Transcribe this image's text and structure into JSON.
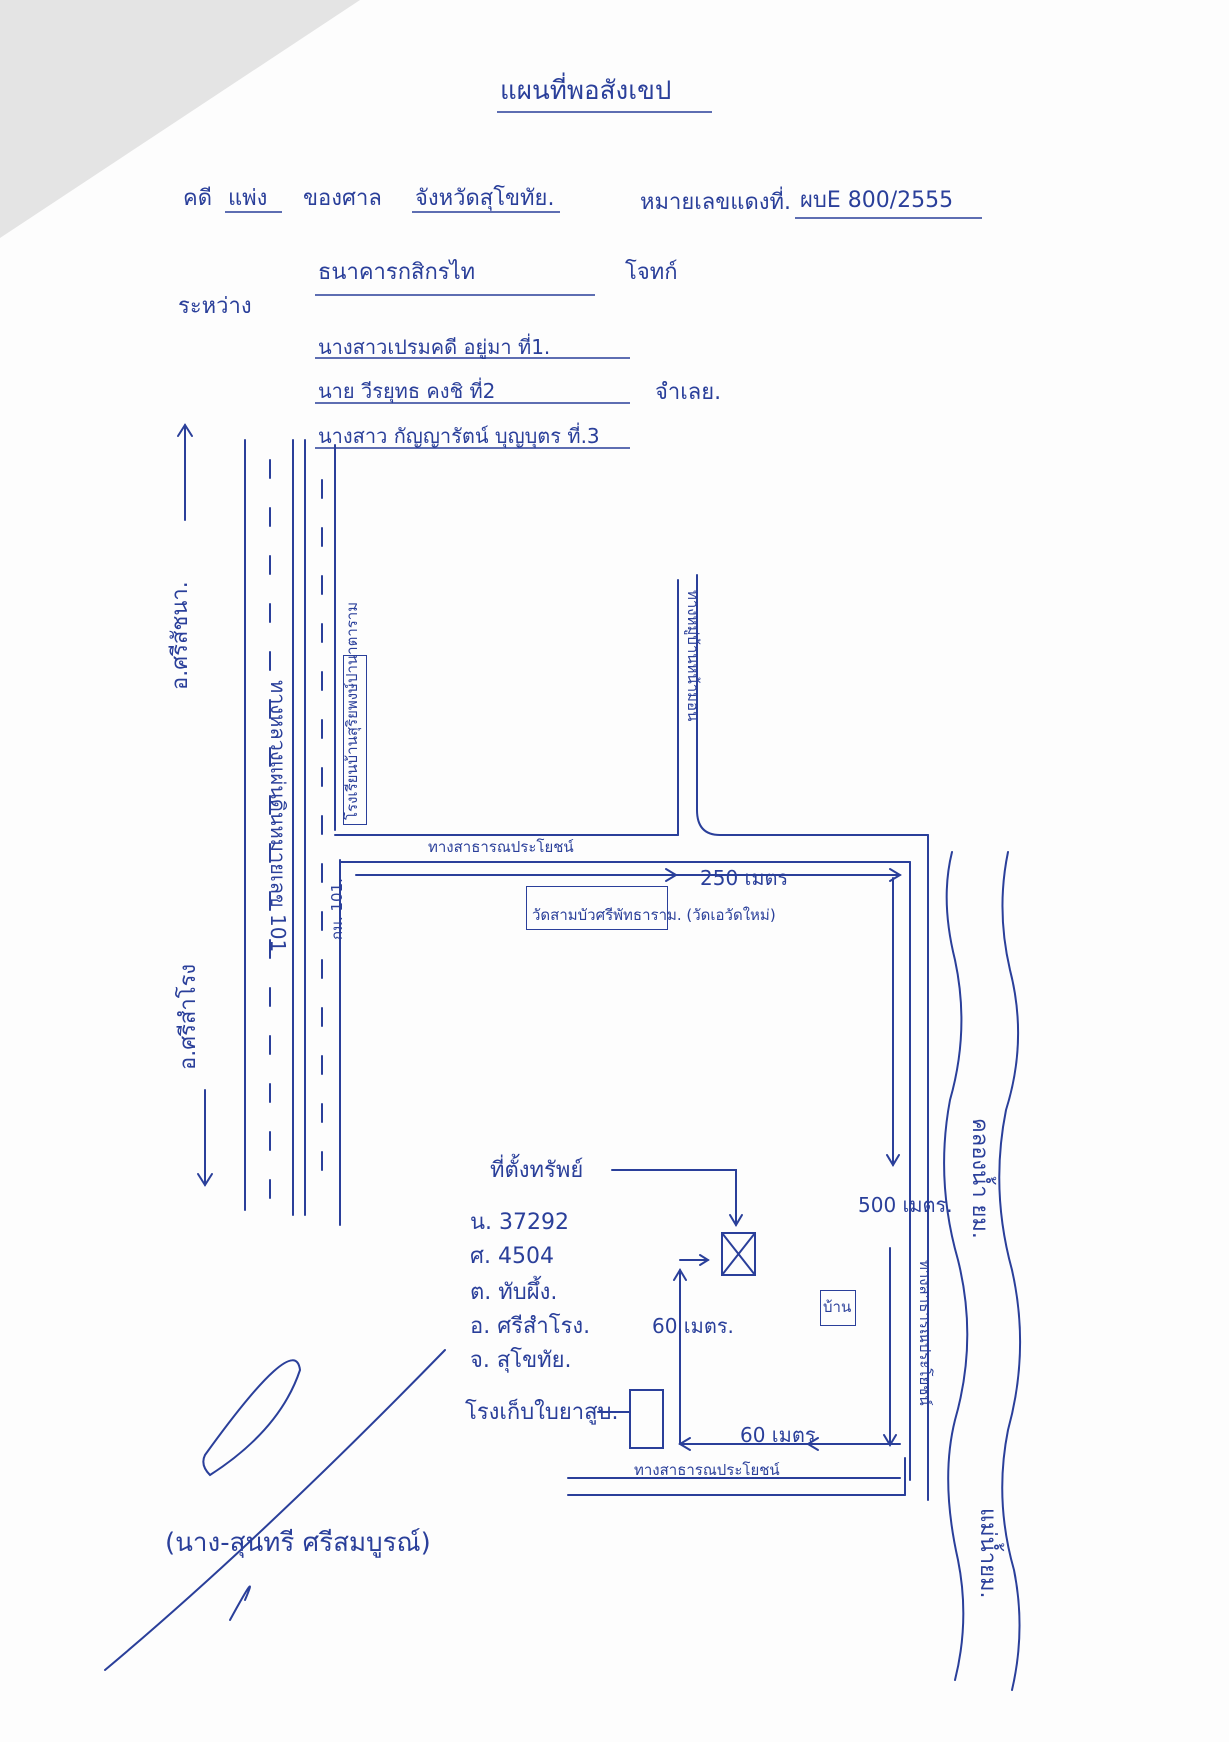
{
  "title": "แผนที่พอสังเขป",
  "case": {
    "court_prefix": "คดี",
    "court_type": "แพ่ง",
    "court_name": "ของศาล",
    "province": "จังหวัดสุโขทัย.",
    "number_label": "หมายเลขแดงที่.",
    "number": "ผบE 800/2555",
    "between_label": "ระหว่าง",
    "plaintiff": "ธนาคารกสิกรไท",
    "plaintiff_role": "โจทก์",
    "defendants": [
      "นางสาวเปรมคดี อยู่มา ที่1.",
      "นาย วีรยุทธ คงชิ ที่2",
      "นางสาว กัญญารัตน์ บุญบุตร ที่.3"
    ],
    "defendant_role": "จำเลย."
  },
  "roads": {
    "highway_label": "ทางหลวงแผ่นดินหมายเลข 101",
    "lane_label": "ซอยแผ่นดินหมายเลข 101",
    "km101": "กม. 101.",
    "direction_north": "อ.ศรีสัชนา.",
    "direction_south": "อ.ศรีสำโรง",
    "public_road_top": "ทางสาธารณประโยชน์",
    "public_road_bottom": "ทางสาธารณประโยชน์",
    "village_road": "ทางหมู่บ้านหน้ามอน",
    "right_road": "ทางสาธารณประโยชน์"
  },
  "landmarks": {
    "school": "โรงเรียนบ้านสุริยพงษ์ปานาตาราม",
    "temple": "วัดสามบัวศรีพัทธาราม. (วัดเอวัดใหม่)",
    "house": "บ้าน",
    "shrine": "โรงเก็บใบยาสูบ.",
    "canal": "คลองน้ำ ยม.",
    "river": "แม่น้ำยม."
  },
  "distances": {
    "d250": "250 เมตร",
    "d500": "500 เมตร.",
    "d60a": "60 เมตร.",
    "d60b": "60 เมตร"
  },
  "property": {
    "label": "ที่ตั้งทรัพย์",
    "lines": [
      "น. 37292",
      "ศ. 4504",
      "ต. ทับผึ้ง.",
      "อ. ศรีสำโรง.",
      "จ. สุโขทัย."
    ]
  },
  "signature_name": "(นาง-สุนทรี ศรีสมบูรณ์)"
}
